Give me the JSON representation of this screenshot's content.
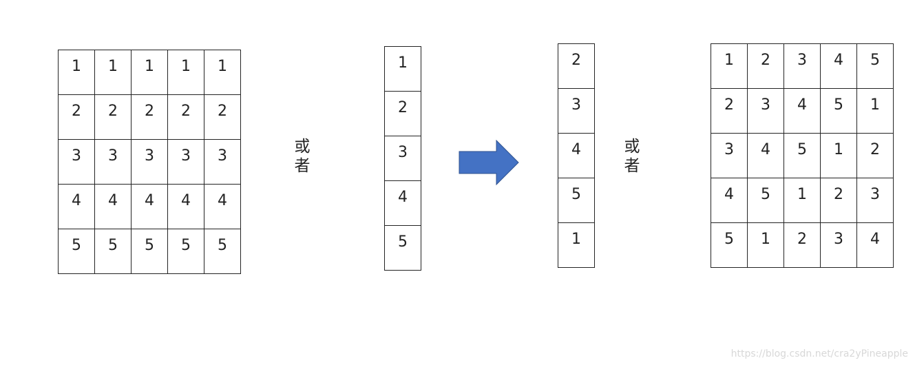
{
  "matrix_left": [
    [
      "1",
      "1",
      "1",
      "1",
      "1"
    ],
    [
      "2",
      "2",
      "2",
      "2",
      "2"
    ],
    [
      "3",
      "3",
      "3",
      "3",
      "3"
    ],
    [
      "4",
      "4",
      "4",
      "4",
      "4"
    ],
    [
      "5",
      "5",
      "5",
      "5",
      "5"
    ]
  ],
  "or_label_1": "或者",
  "column_mid": [
    "1",
    "2",
    "3",
    "4",
    "5"
  ],
  "arrow": {
    "direction": "right",
    "color": "#4472C4",
    "border_color": "#2F528F"
  },
  "column_right": [
    "2",
    "3",
    "4",
    "5",
    "1"
  ],
  "or_label_2": "或者",
  "matrix_right": [
    [
      "1",
      "2",
      "3",
      "4",
      "5"
    ],
    [
      "2",
      "3",
      "4",
      "5",
      "1"
    ],
    [
      "3",
      "4",
      "5",
      "1",
      "2"
    ],
    [
      "4",
      "5",
      "1",
      "2",
      "3"
    ],
    [
      "5",
      "1",
      "2",
      "3",
      "4"
    ]
  ],
  "watermark": "https://blog.csdn.net/cra2yPineapple"
}
